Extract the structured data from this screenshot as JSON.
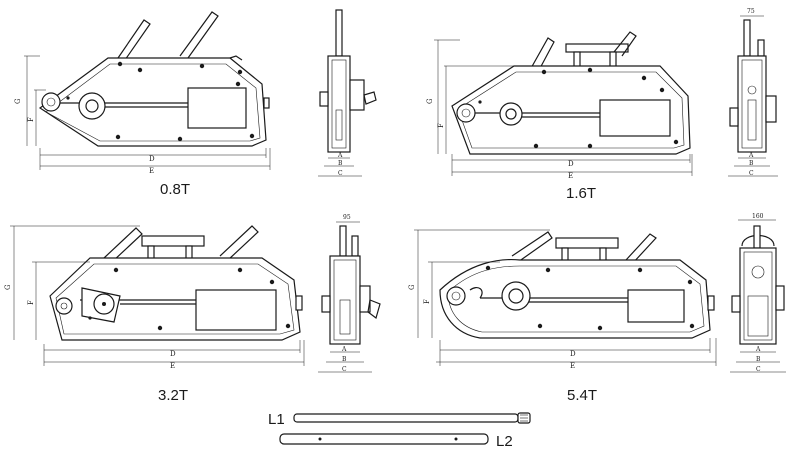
{
  "units": [
    {
      "capacity": "0.8T",
      "side_dims": {
        "D": "D",
        "E": "E",
        "G": "G",
        "F": "F"
      },
      "front_dims": {
        "A": "A",
        "B": "B",
        "C": "C"
      }
    },
    {
      "capacity": "1.6T",
      "side_dims": {
        "D": "D",
        "E": "E",
        "G": "G",
        "F": "F"
      },
      "front_dims": {
        "A": "A",
        "B": "B",
        "C": "C",
        "top": "75"
      }
    },
    {
      "capacity": "3.2T",
      "side_dims": {
        "D": "D",
        "E": "E",
        "G": "G",
        "F": "F"
      },
      "front_dims": {
        "A": "A",
        "B": "B",
        "C": "C",
        "top": "95"
      }
    },
    {
      "capacity": "5.4T",
      "side_dims": {
        "D": "D",
        "E": "E",
        "G": "G",
        "F": "F"
      },
      "front_dims": {
        "A": "A",
        "B": "B",
        "C": "C",
        "top": "160"
      }
    }
  ],
  "handle": {
    "l1": "L1",
    "l2": "L2"
  }
}
